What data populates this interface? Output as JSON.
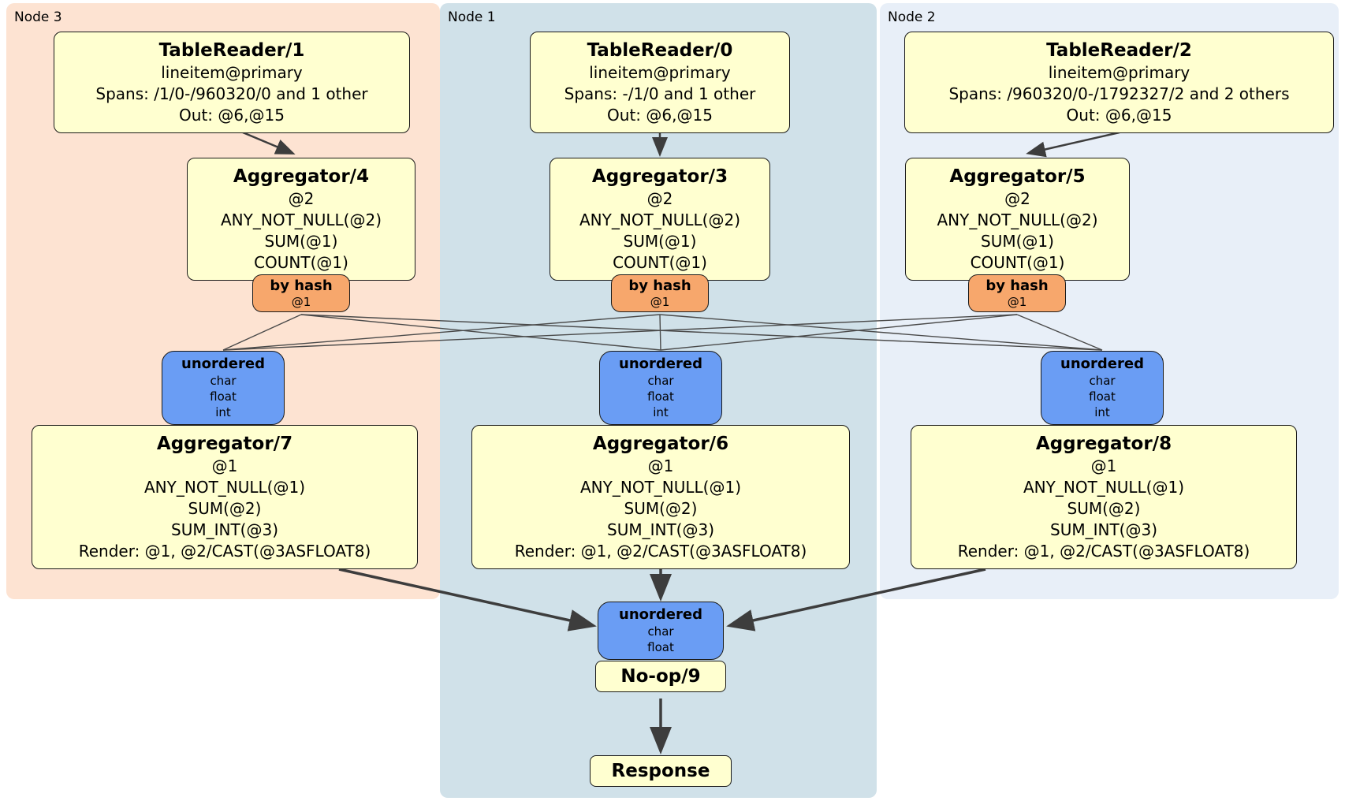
{
  "colors": {
    "panel_node3_bg": "#fde3d2",
    "panel_node1_bg": "#d0e1e9",
    "panel_node2_bg": "#e8eff8",
    "operator_box_bg": "#ffffd0",
    "hash_router_bg": "#f7a76c",
    "sync_box_bg": "#6a9df4",
    "edge_color": "#3d3d3d"
  },
  "node3": {
    "label": "Node 3",
    "tablereader": {
      "title": "TableReader/1",
      "table": "lineitem@primary",
      "spans": "Spans: /1/0-/960320/0 and 1 other",
      "out": "Out: @6,@15"
    },
    "aggregator_top": {
      "title": "Aggregator/4",
      "lines": [
        "@2",
        "ANY_NOT_NULL(@2)",
        "SUM(@1)",
        "COUNT(@1)"
      ]
    },
    "router": {
      "title": "by hash",
      "key": "@1"
    },
    "sync": {
      "title": "unordered",
      "lines": [
        "char",
        "float",
        "int"
      ]
    },
    "aggregator_bottom": {
      "title": "Aggregator/7",
      "lines": [
        "@1",
        "ANY_NOT_NULL(@1)",
        "SUM(@2)",
        "SUM_INT(@3)",
        "Render: @1, @2/CAST(@3ASFLOAT8)"
      ]
    }
  },
  "node1": {
    "label": "Node 1",
    "tablereader": {
      "title": "TableReader/0",
      "table": "lineitem@primary",
      "spans": "Spans: -/1/0 and 1 other",
      "out": "Out: @6,@15"
    },
    "aggregator_top": {
      "title": "Aggregator/3",
      "lines": [
        "@2",
        "ANY_NOT_NULL(@2)",
        "SUM(@1)",
        "COUNT(@1)"
      ]
    },
    "router": {
      "title": "by hash",
      "key": "@1"
    },
    "sync": {
      "title": "unordered",
      "lines": [
        "char",
        "float",
        "int"
      ]
    },
    "aggregator_bottom": {
      "title": "Aggregator/6",
      "lines": [
        "@1",
        "ANY_NOT_NULL(@1)",
        "SUM(@2)",
        "SUM_INT(@3)",
        "Render: @1, @2/CAST(@3ASFLOAT8)"
      ]
    }
  },
  "node2": {
    "label": "Node 2",
    "tablereader": {
      "title": "TableReader/2",
      "table": "lineitem@primary",
      "spans": "Spans: /960320/0-/1792327/2 and 2 others",
      "out": "Out: @6,@15"
    },
    "aggregator_top": {
      "title": "Aggregator/5",
      "lines": [
        "@2",
        "ANY_NOT_NULL(@2)",
        "SUM(@1)",
        "COUNT(@1)"
      ]
    },
    "router": {
      "title": "by hash",
      "key": "@1"
    },
    "sync": {
      "title": "unordered",
      "lines": [
        "char",
        "float",
        "int"
      ]
    },
    "aggregator_bottom": {
      "title": "Aggregator/8",
      "lines": [
        "@1",
        "ANY_NOT_NULL(@1)",
        "SUM(@2)",
        "SUM_INT(@3)",
        "Render: @1, @2/CAST(@3ASFLOAT8)"
      ]
    }
  },
  "final": {
    "sync": {
      "title": "unordered",
      "lines": [
        "char",
        "float"
      ]
    },
    "noop": {
      "title": "No-op/9"
    },
    "response": {
      "title": "Response"
    }
  }
}
